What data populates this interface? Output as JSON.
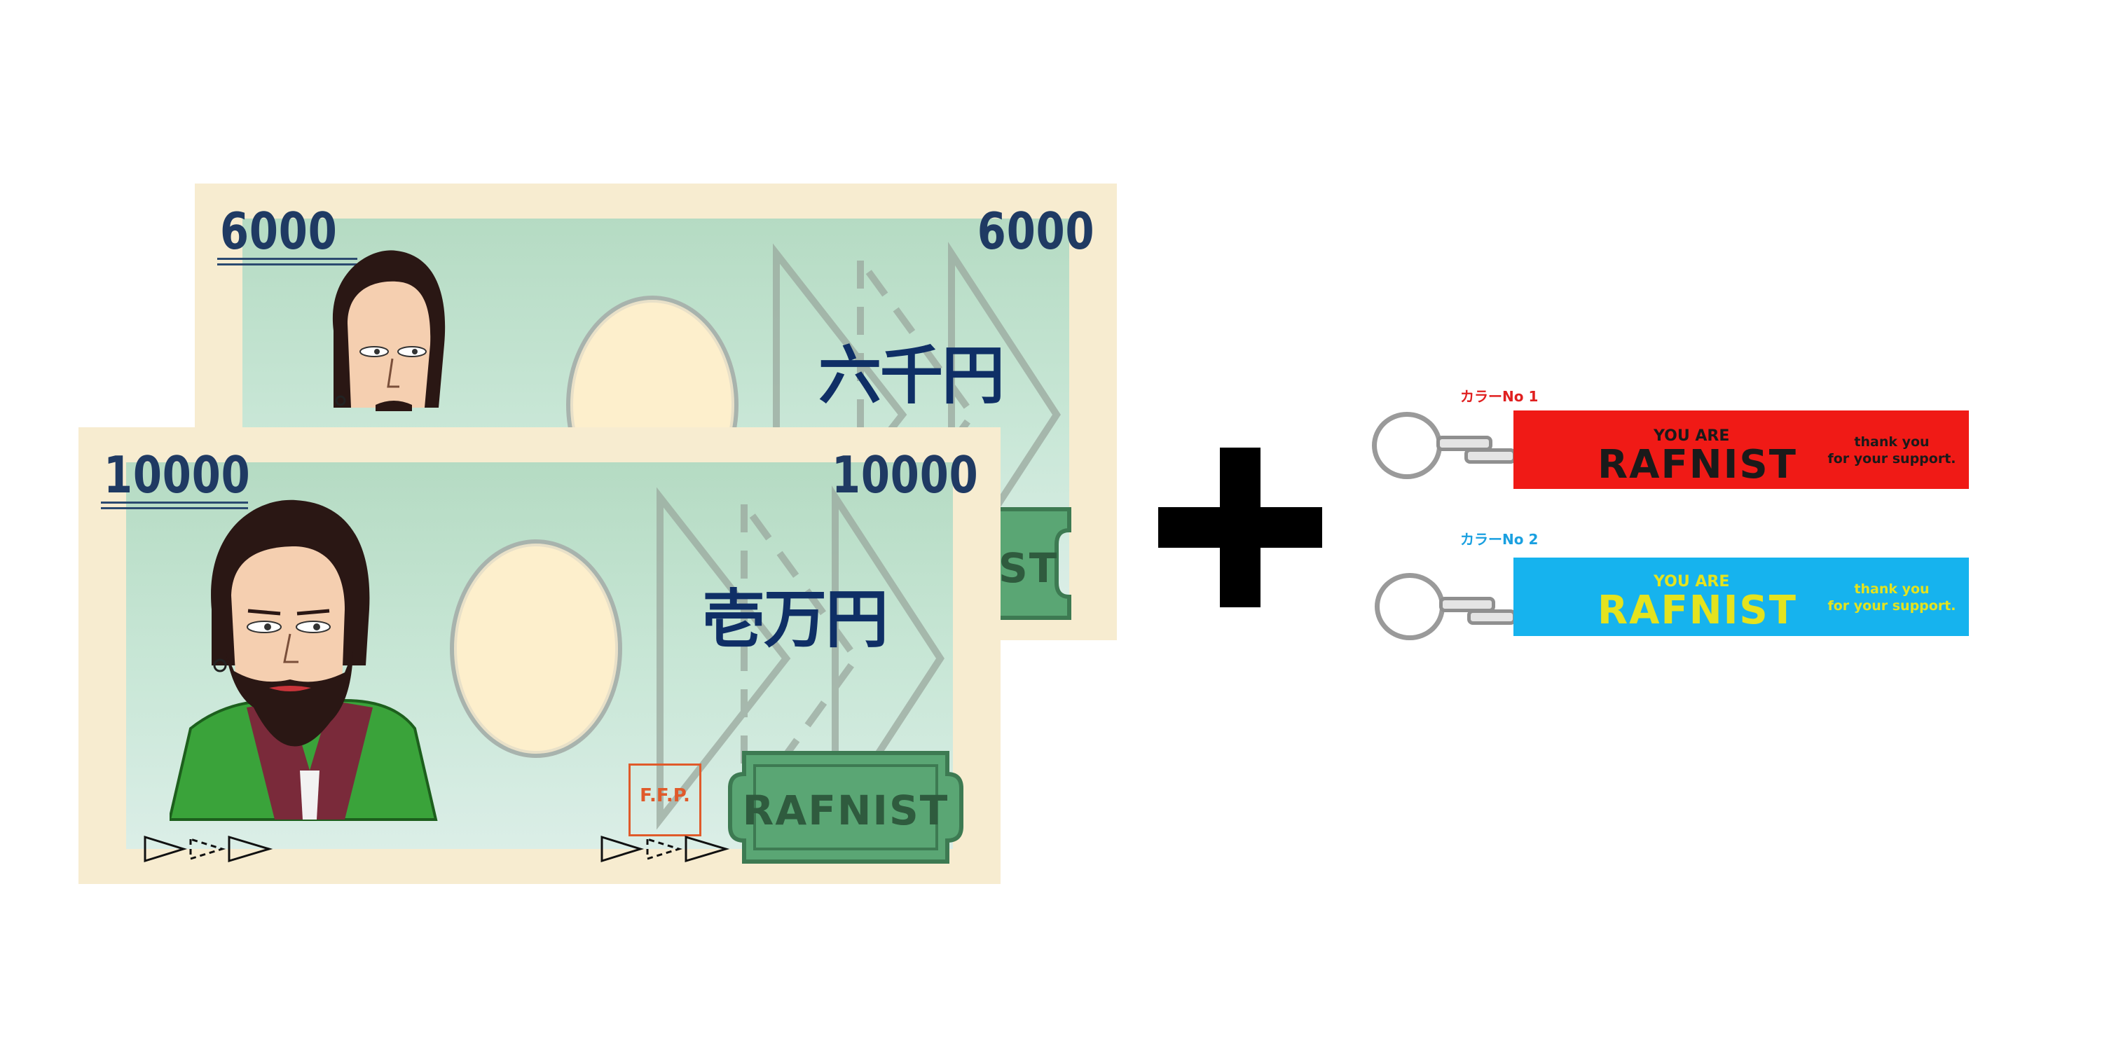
{
  "bills": {
    "back": {
      "denomination": "6000",
      "kanji": "六千円",
      "plate": "RAFNIST"
    },
    "front": {
      "denomination": "10000",
      "kanji": "壱万円",
      "plate": "RAFNIST",
      "seal": "F.F.P."
    }
  },
  "plus": "+",
  "keychains": [
    {
      "caption": "カラーNo 1",
      "small": "YOU ARE",
      "big": "RAFNIST",
      "side": [
        "thank you",
        "for your support."
      ],
      "color": "#f01a16",
      "text_color": "#1a1a1a",
      "caption_color": "#e02020"
    },
    {
      "caption": "カラーNo 2",
      "small": "YOU ARE",
      "big": "RAFNIST",
      "side": [
        "thank you",
        "for your support."
      ],
      "color": "#16b3ee",
      "text_color": "#e4e31e",
      "caption_color": "#1aa0e0"
    }
  ]
}
